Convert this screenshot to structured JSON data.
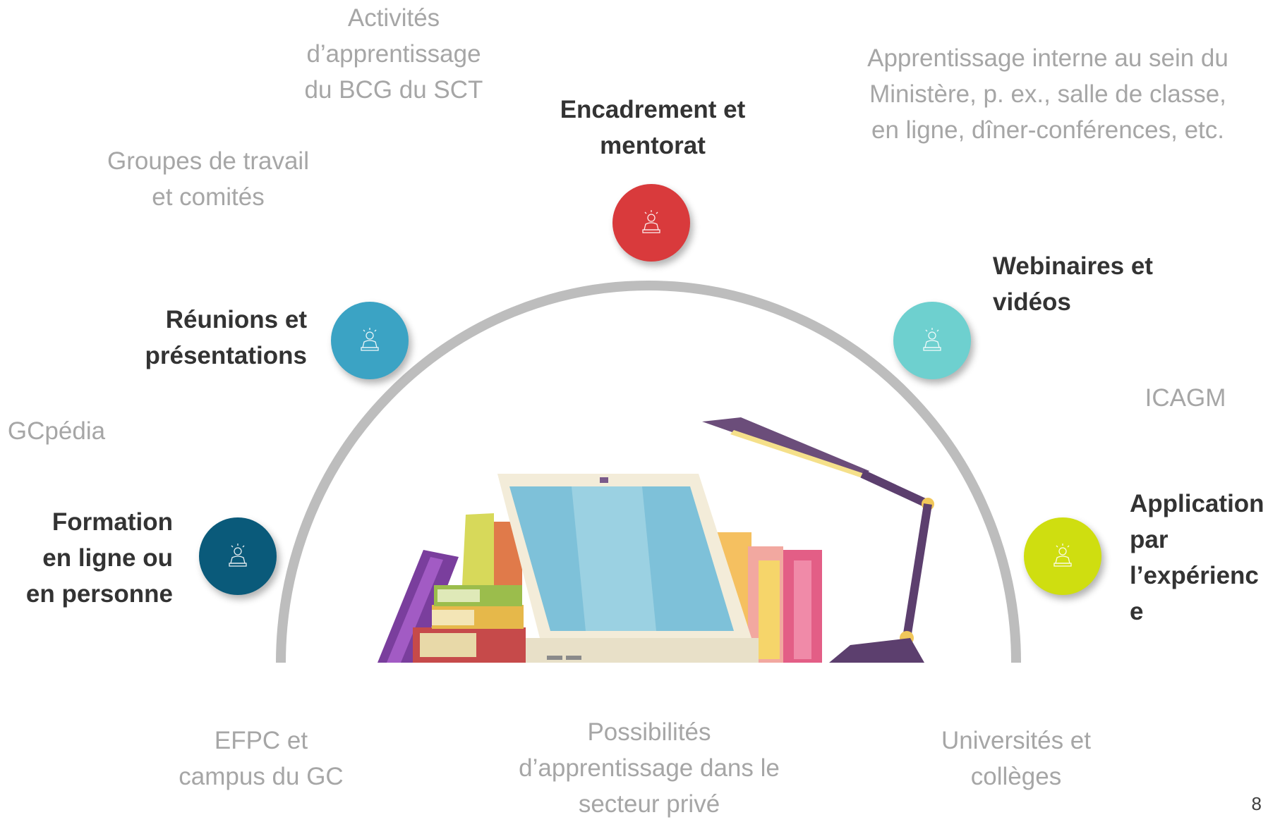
{
  "gray_labels": {
    "bcg": [
      "Activités",
      "d’apprentissage",
      "du BCG du SCT"
    ],
    "internal": [
      "Apprentissage interne au sein du",
      "Ministère, p. ex., salle de classe,",
      "en ligne, dîner-conférences, etc."
    ],
    "working_groups": [
      "Groupes de travail",
      "et comités"
    ],
    "gcpedia": "GCpédia",
    "icagm": "ICAGM",
    "efpc": [
      "EFPC et",
      "campus du GC"
    ],
    "private": [
      "Possibilités",
      "d’apprentissage dans le",
      "secteur privé"
    ],
    "universities": [
      "Universités et",
      "collèges"
    ]
  },
  "nodes": [
    {
      "lines": [
        "Encadrement et",
        "mentorat"
      ],
      "color": "#d93a3c",
      "icon": "presenter-icon"
    },
    {
      "lines": [
        "Réunions et",
        "présentations"
      ],
      "color": "#3ba3c4",
      "icon": "presenter-icon"
    },
    {
      "lines": [
        "Webinaires et",
        "vidéos"
      ],
      "color": "#6ed0cf",
      "icon": "presenter-icon"
    },
    {
      "lines": [
        "Formation",
        "en ligne ou",
        "en personne"
      ],
      "color": "#0a5a7a",
      "icon": "presenter-icon"
    },
    {
      "lines": [
        "Application",
        "par",
        "l’expérienc",
        "e"
      ],
      "color": "#cfde10",
      "icon": "presenter-icon"
    }
  ],
  "page_number": "8",
  "colors": {
    "arc": "#bdbdbd",
    "gray_text": "#a6a6a6",
    "dark_text": "#333333"
  }
}
